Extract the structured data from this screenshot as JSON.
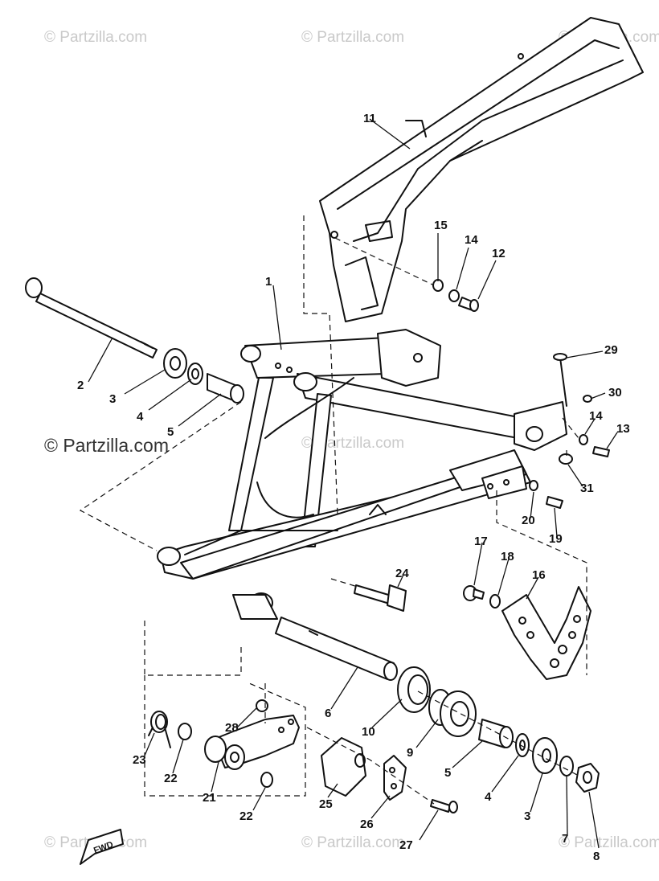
{
  "watermarks": {
    "top_left": "© Partzilla.com",
    "top_center": "© Partzilla.com",
    "top_right": "© Partzilla.com",
    "mid_left": "© Partzilla.com",
    "mid_center": "© Partzilla.com",
    "bottom_left": "© Partzilla.com",
    "bottom_center": "© Partzilla.com",
    "bottom_right": "© Partzilla.com"
  },
  "fwd_label": "FWD",
  "callouts": {
    "c1": "1",
    "c2": "2",
    "c3a": "3",
    "c4a": "4",
    "c5a": "5",
    "c6": "6",
    "c7": "7",
    "c8": "8",
    "c9": "9",
    "c10": "10",
    "c11": "11",
    "c12": "12",
    "c13": "13",
    "c14a": "14",
    "c14b": "14",
    "c15": "15",
    "c16": "16",
    "c17": "17",
    "c18": "18",
    "c19": "19",
    "c20": "20",
    "c21": "21",
    "c22a": "22",
    "c22b": "22",
    "c23": "23",
    "c24": "24",
    "c25": "25",
    "c26": "26",
    "c27": "27",
    "c28": "28",
    "c29": "29",
    "c30": "30",
    "c31": "31",
    "c3b": "3",
    "c4b": "4",
    "c5b": "5"
  },
  "colors": {
    "line": "#111111",
    "watermark": "#c9c9c9",
    "background": "#ffffff"
  }
}
